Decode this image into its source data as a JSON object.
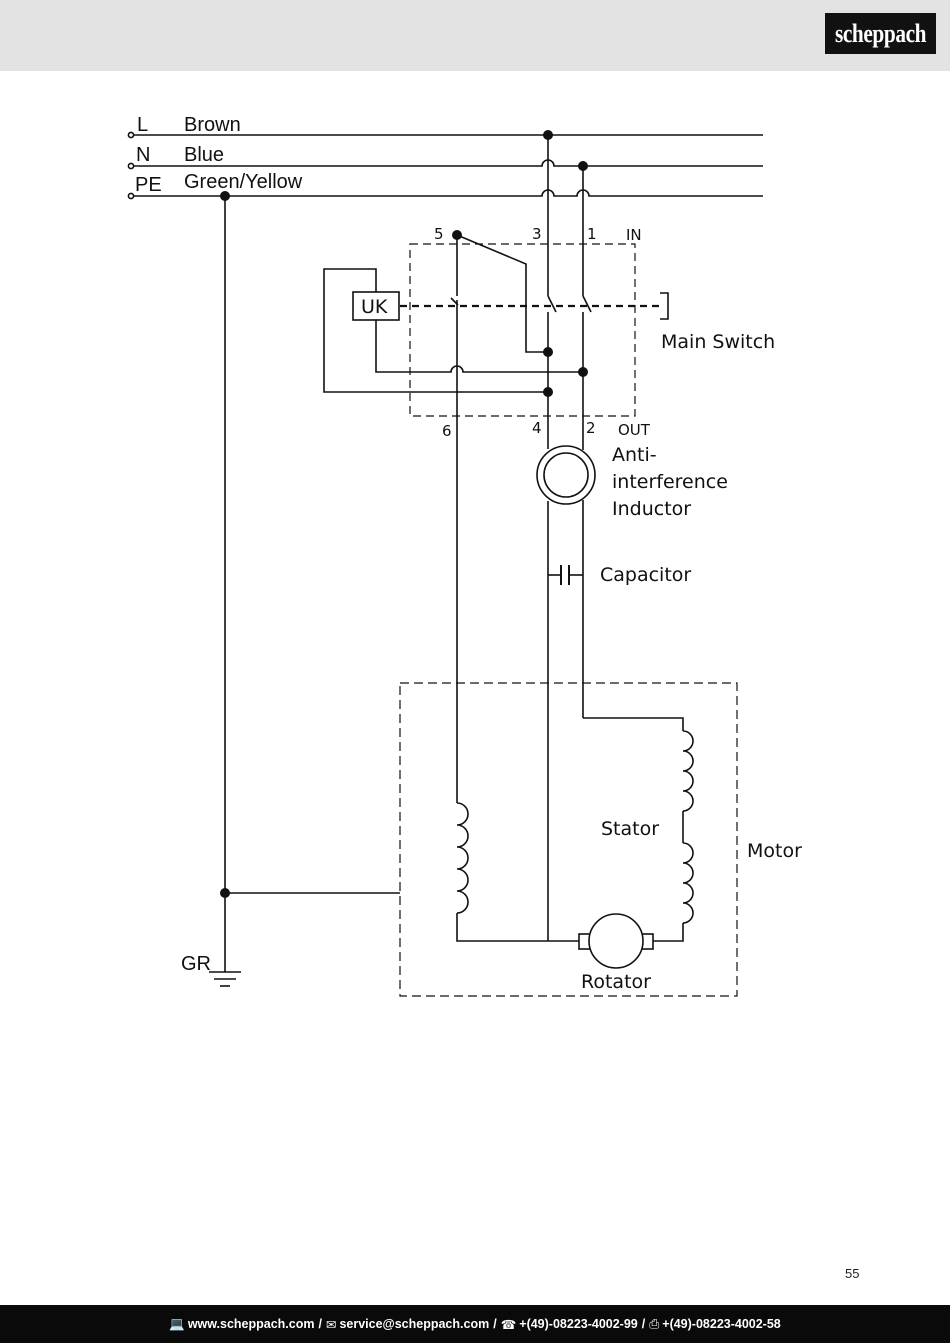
{
  "header": {
    "brand": "scheppach"
  },
  "diagram": {
    "lines": {
      "l": {
        "code": "L",
        "color": "Brown"
      },
      "n": {
        "code": "N",
        "color": "Blue"
      },
      "pe": {
        "code": "PE",
        "color": "Green/Yellow"
      }
    },
    "terminals": {
      "t5": "5",
      "t3": "3",
      "t1": "1",
      "in": "IN",
      "t6": "6",
      "t4": "4",
      "t2": "2",
      "out": "OUT"
    },
    "uk_label": "UK",
    "main_switch_label": "Main Switch",
    "inductor_label": [
      "Anti-",
      "interference",
      "Inductor"
    ],
    "capacitor_label": "Capacitor",
    "stator_label": "Stator",
    "motor_label": "Motor",
    "rotator_label": "Rotator",
    "ground_label": "GR"
  },
  "page_number": "55",
  "footer": {
    "website": "www.scheppach.com",
    "email": "service@scheppach.com",
    "phone": "+(49)-08223-4002-99",
    "fax": "+(49)-08223-4002-58",
    "website_icon": "computer-icon",
    "email_icon": "envelope-icon",
    "phone_icon": "telephone-icon",
    "fax_icon": "fax-icon"
  }
}
